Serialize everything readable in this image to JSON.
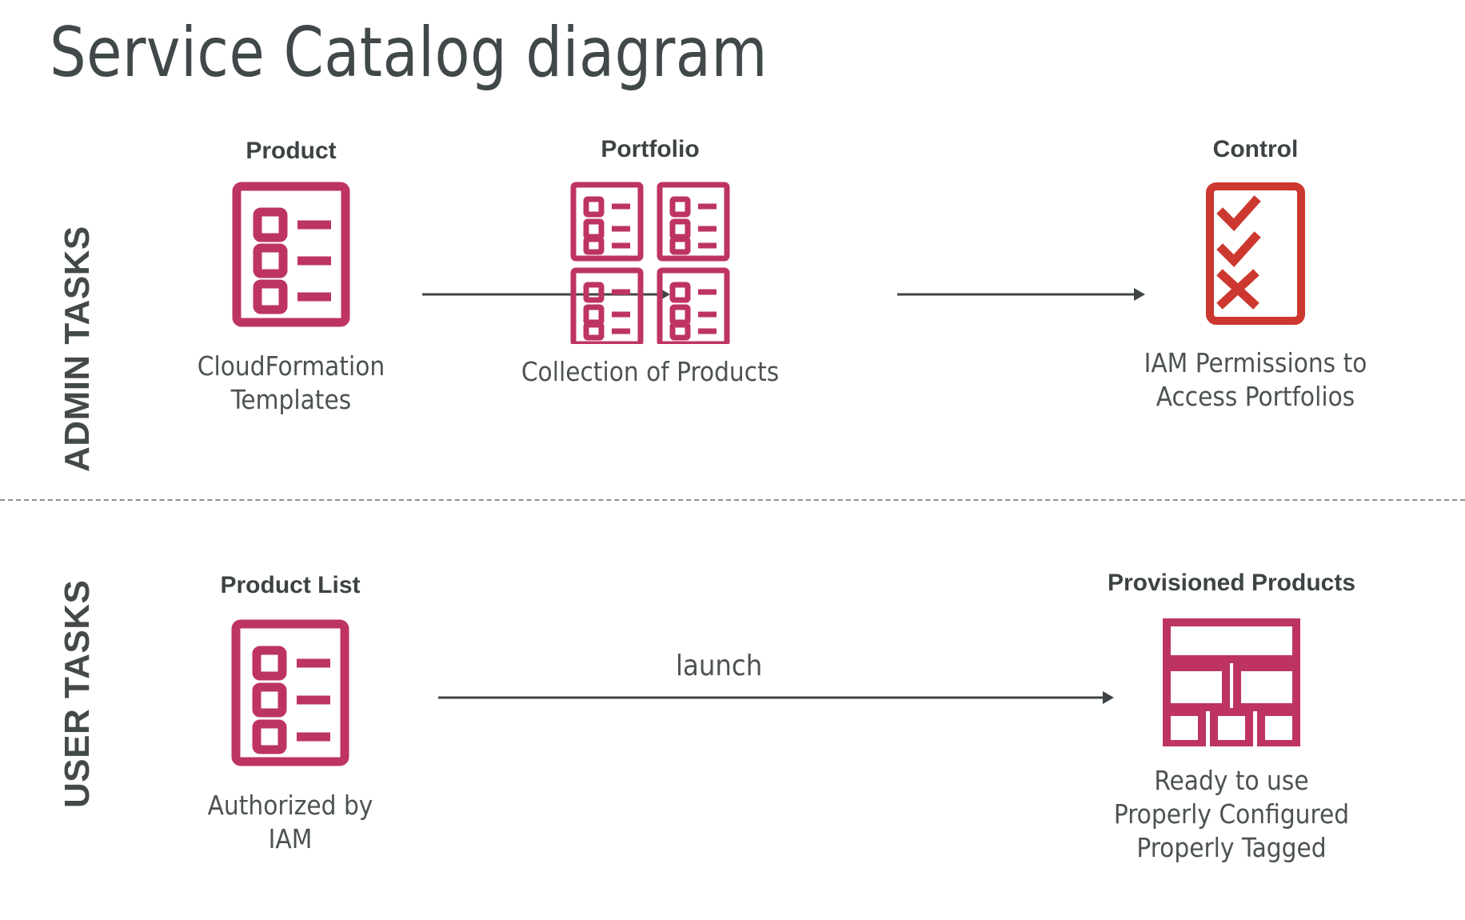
{
  "title": "Service Catalog diagram",
  "colors": {
    "pink": "#be3460",
    "red": "#cc382f",
    "text_dark": "#3d4345",
    "text_body": "#4c5254",
    "arrow": "#3f4547",
    "divider": "#8d9194"
  },
  "bands": [
    {
      "id": "admin",
      "label": "ADMIN TASKS"
    },
    {
      "id": "user",
      "label": "USER TASKS"
    }
  ],
  "admin_row": {
    "nodes": [
      {
        "id": "product",
        "title": "Product",
        "caption": "CloudFormation\nTemplates",
        "icon": "checklist-document-icon"
      },
      {
        "id": "portfolio",
        "title": "Portfolio",
        "caption": "Collection of Products",
        "icon": "checklist-document-grid-icon"
      },
      {
        "id": "control",
        "title": "Control",
        "caption": "IAM Permissions to\nAccess Portfolios",
        "icon": "check-check-cross-document-icon"
      }
    ],
    "arrows": [
      {
        "id": "product-to-portfolio",
        "label": ""
      },
      {
        "id": "portfolio-to-control",
        "label": ""
      }
    ]
  },
  "user_row": {
    "nodes": [
      {
        "id": "product-list",
        "title": "Product List",
        "caption": "Authorized by IAM",
        "icon": "checklist-document-icon"
      },
      {
        "id": "provisioned-products",
        "title": "Provisioned Products",
        "caption": "Ready to use\nProperly Configured\nProperly Tagged",
        "icon": "layout-blocks-icon"
      }
    ],
    "arrows": [
      {
        "id": "launch-arrow",
        "label": "launch"
      }
    ]
  }
}
